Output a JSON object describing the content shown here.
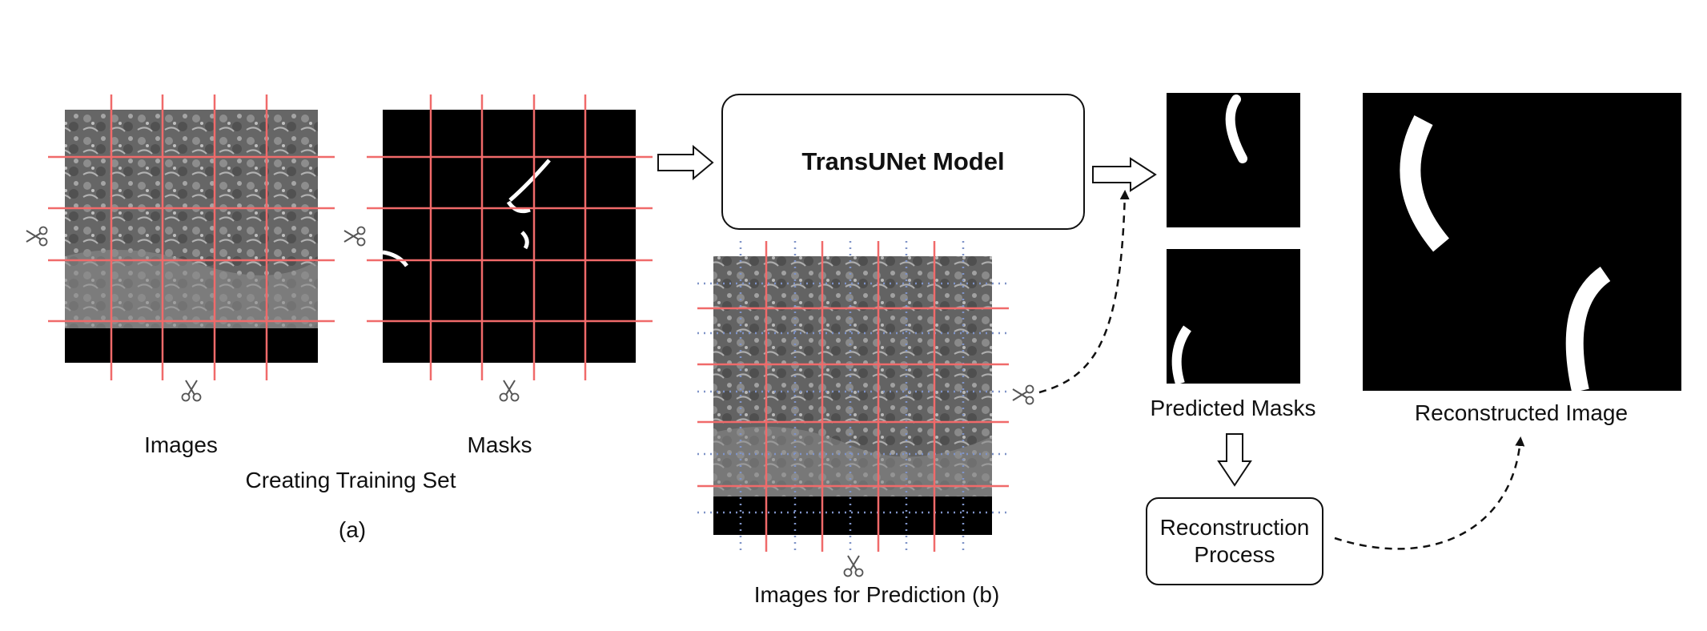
{
  "section_a": {
    "images_label": "Images",
    "masks_label": "Masks",
    "caption": "Creating Training Set",
    "tag": "(a)"
  },
  "model": {
    "title": "TransUNet Model"
  },
  "section_b": {
    "caption": "Images for Prediction (b)"
  },
  "predicted": {
    "label": "Predicted Masks"
  },
  "reconstruction": {
    "line1": "Reconstruction",
    "line2": "Process"
  },
  "reconstructed": {
    "label": "Reconstructed Image"
  },
  "icons": [
    "scissors-icon",
    "right-arrow-icon",
    "down-arrow-icon",
    "dashed-curved-arrow-icon"
  ],
  "colors": {
    "grid_cut_line": "#f06a6a",
    "dotted_grid_line": "#7f93c7",
    "mask_background": "#000000",
    "mask_foreground": "#ffffff"
  }
}
